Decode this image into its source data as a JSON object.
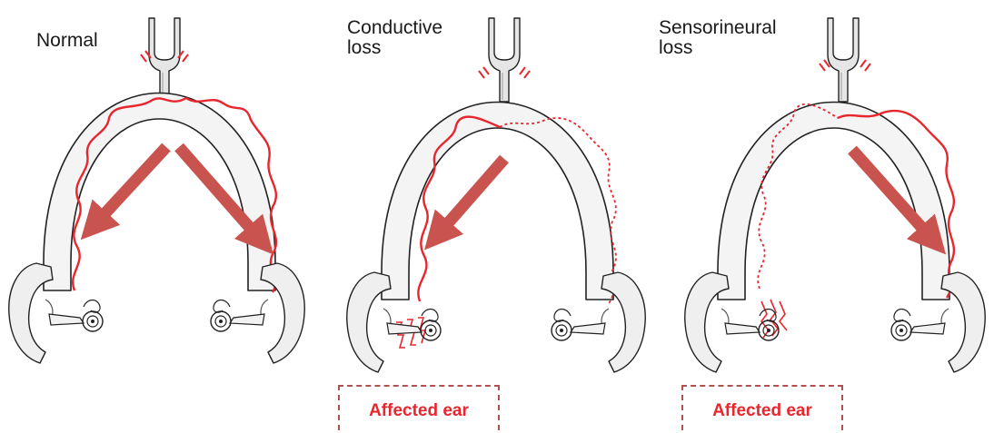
{
  "panels": [
    {
      "label": "Normal"
    },
    {
      "label": "Conductive\nloss",
      "callout": "Affected ear"
    },
    {
      "label": "Sensorineural\nloss",
      "callout": "Affected ear"
    }
  ],
  "colors": {
    "vibration": "#e8262e",
    "arrow": "#c9534f",
    "headband": "#f2f2f2",
    "outline": "#222222",
    "callout_text": "#e8262e",
    "callout_border": "#b05050"
  },
  "icons": [
    "tuning-fork-icon",
    "ear-icon",
    "arrow-icon"
  ]
}
